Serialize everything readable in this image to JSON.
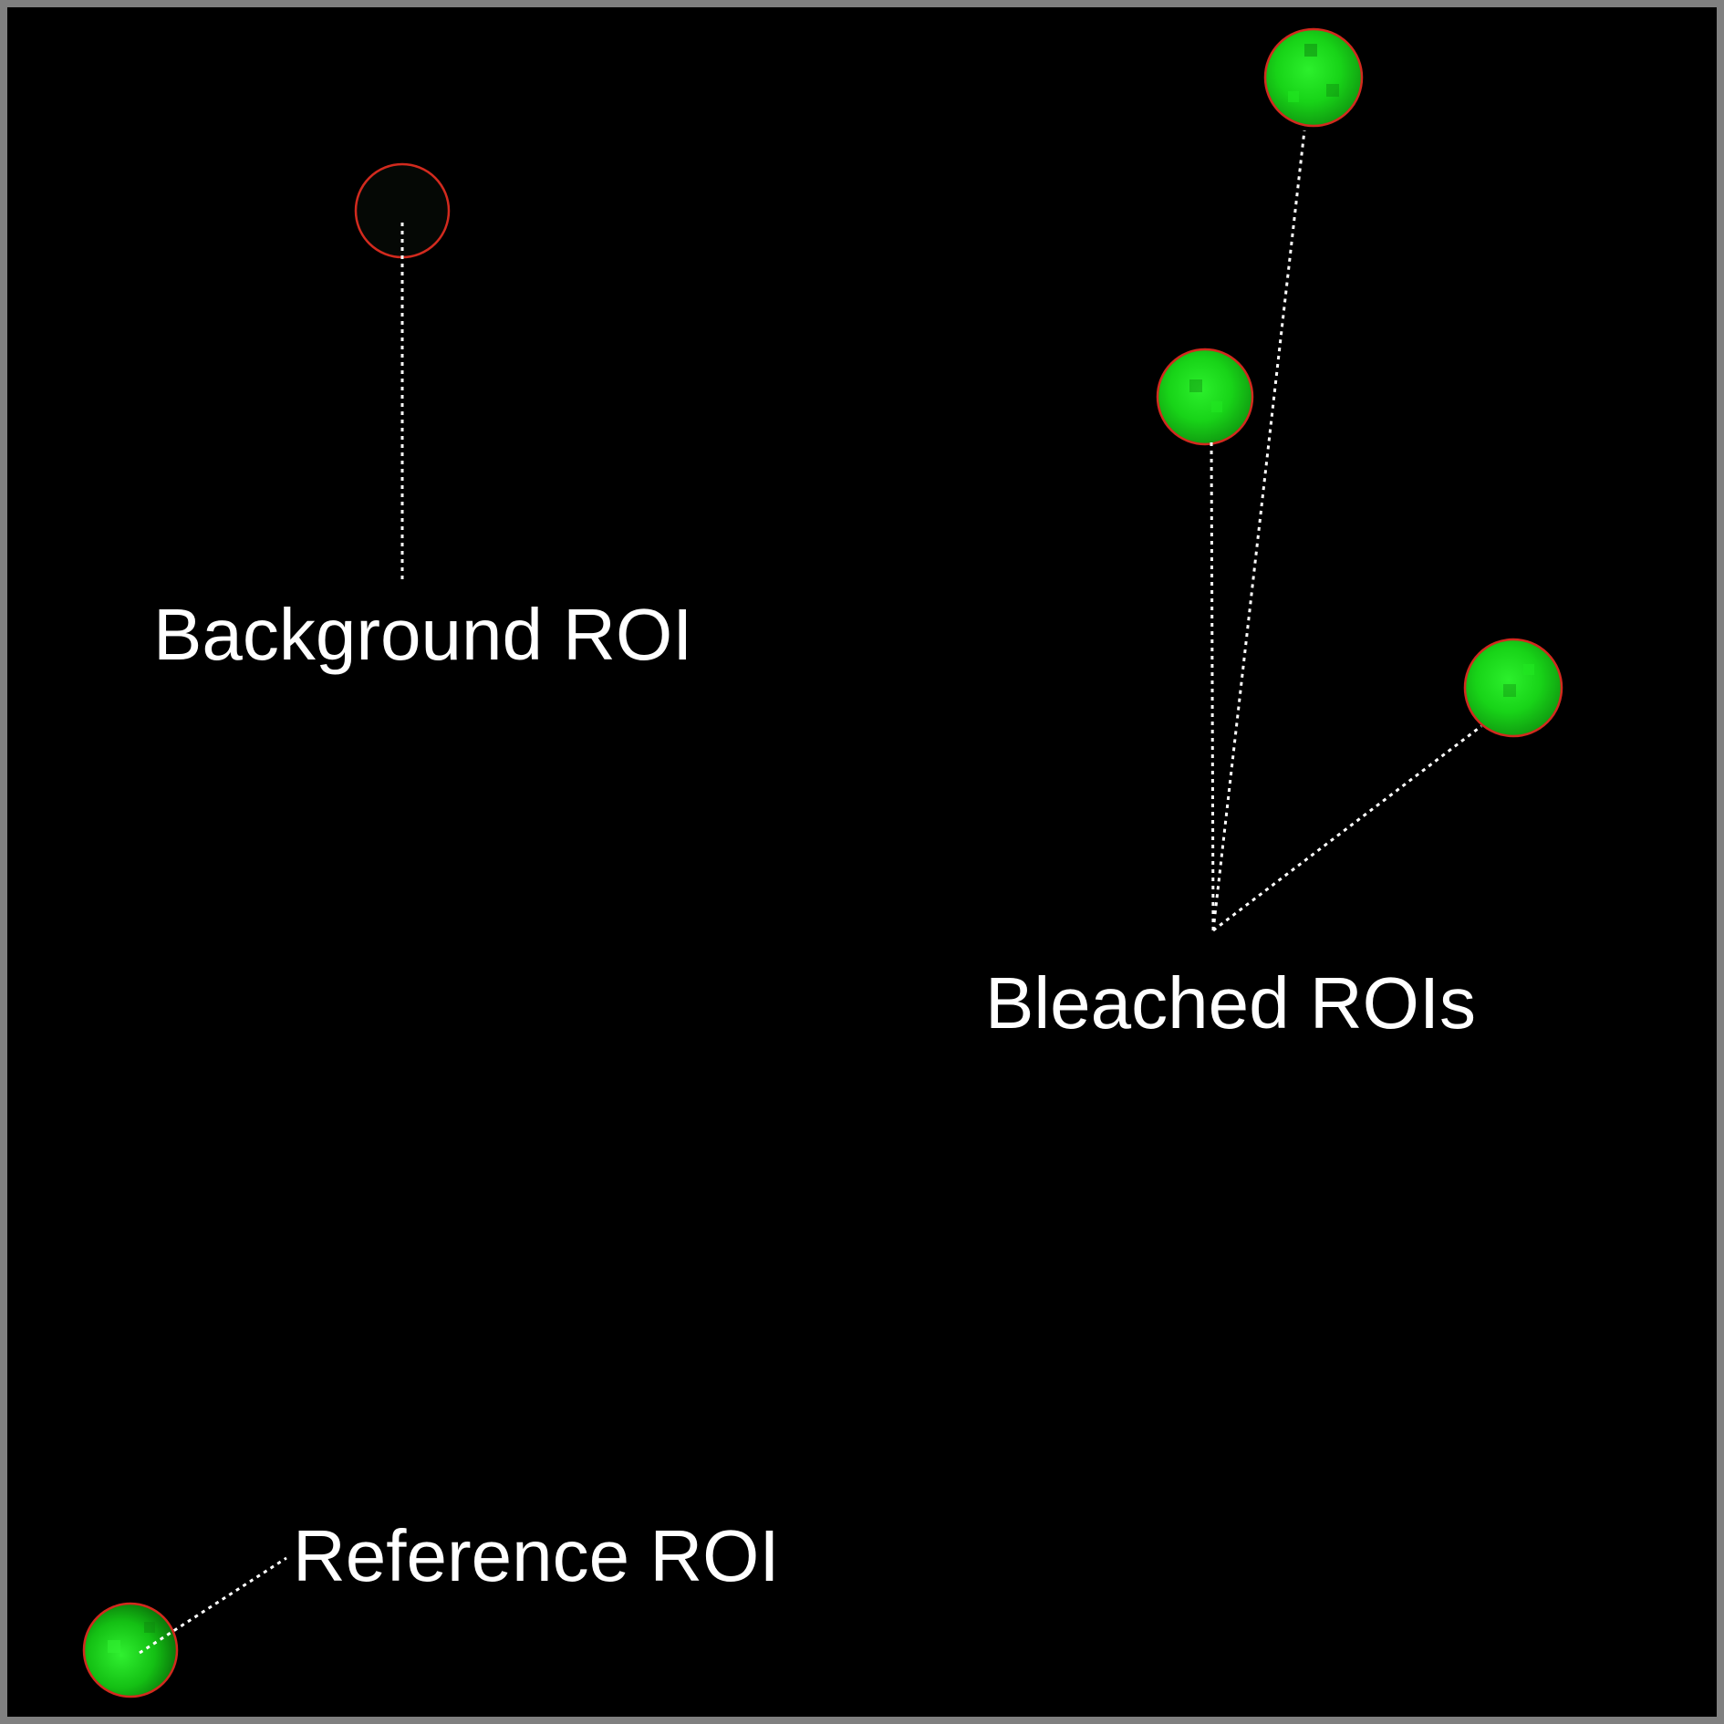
{
  "labels": {
    "background": "Background ROI",
    "bleached": "Bleached ROIs",
    "reference": "Reference ROI"
  },
  "colors": {
    "background": "#000000",
    "frame": "#808080",
    "roi_outline": "#d22a1e",
    "cell_fluorescence": "#1de01d",
    "annotation": "#ffffff"
  }
}
